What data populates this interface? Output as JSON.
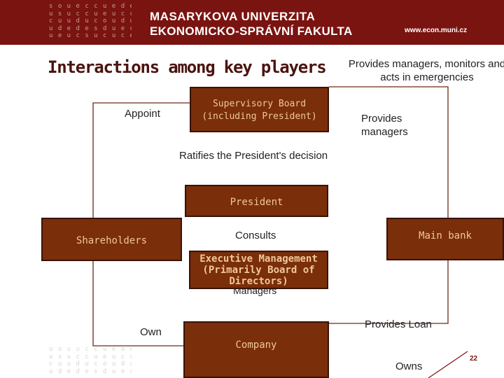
{
  "header": {
    "university": "MASARYKOVA UNIVERZITA",
    "faculty": "EKONOMICKO-SPRÁVNÍ FAKULTA",
    "url": "www.econ.muni.cz"
  },
  "title": "Interactions among key players",
  "nodes": {
    "supervisory_board": "Supervisory Board (including President)",
    "president": "President",
    "shareholders": "Shareholders",
    "executive_management": "Executive Management (Primarily Board of Directors)",
    "main_bank": "Main bank",
    "company": "Company"
  },
  "edge_labels": {
    "appoint": "Appoint",
    "provides_managers_monitors": "Provides managers, monitors and acts in emergencies",
    "provides_managers": "Provides managers",
    "ratifies": "Ratifies the President's decision",
    "consults": "Consults",
    "managers": "Managers",
    "own": "Own",
    "provides_loan": "Provides Loan",
    "owns": "Owns"
  },
  "page_number": "22",
  "colors": {
    "header_bg": "#7a1410",
    "box_fill": "#7a2e0a",
    "box_text": "#f0c89a",
    "title_text": "#4a1410",
    "line": "#6b2a14"
  }
}
